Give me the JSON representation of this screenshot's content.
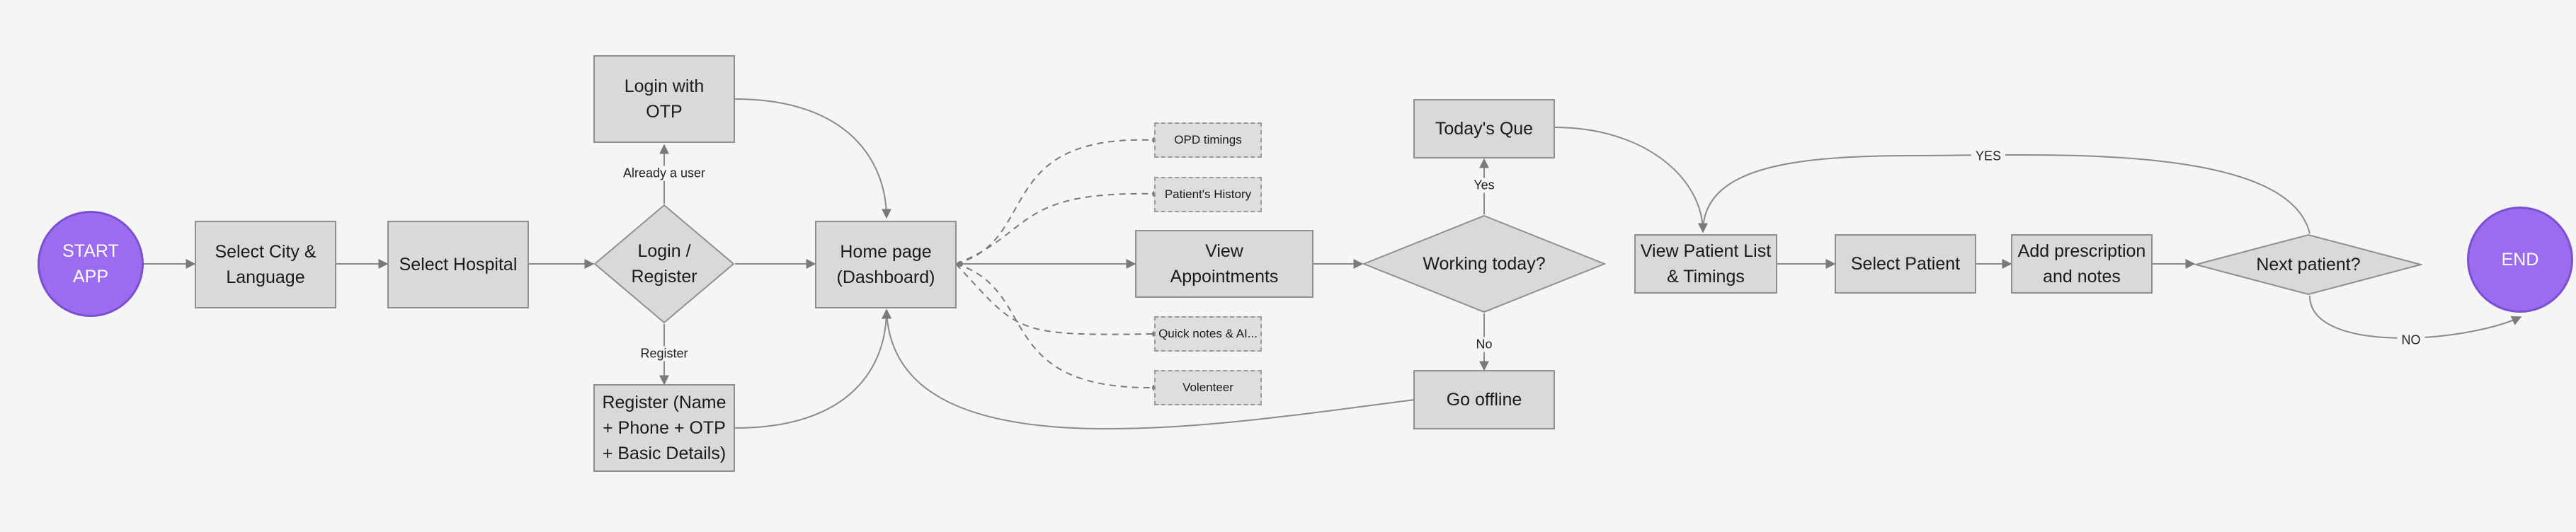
{
  "nodes": {
    "start": "START\nAPP",
    "select_city": "Select City &\nLanguage",
    "select_hospital": "Select Hospital",
    "login_register": "Login /\nRegister",
    "login_otp": "Login with\nOTP",
    "register_details": "Register (Name\n+ Phone + OTP\n+ Basic Details)",
    "home_page": "Home page\n(Dashboard)",
    "opd_timings": "OPD timings",
    "patients_history": "Patient's History",
    "quick_notes": "Quick notes & AI...",
    "volenteer": "Volenteer",
    "view_appointments": "View\nAppointments",
    "working_today": "Working today?",
    "todays_que": "Today's Que",
    "go_offline": "Go offline",
    "view_patient_list": "View Patient List\n& Timings",
    "select_patient": "Select Patient",
    "add_prescription": "Add prescription\nand notes",
    "next_patient": "Next patient?",
    "end": "END"
  },
  "edge_labels": {
    "already_user": "Already a user",
    "register": "Register",
    "yes": "Yes",
    "no": "No",
    "yes_loop": "YES",
    "no_end": "NO"
  },
  "colors": {
    "terminal_fill": "#9b6bf0",
    "node_fill": "#d9d9d9",
    "line": "#8a8a8a"
  }
}
